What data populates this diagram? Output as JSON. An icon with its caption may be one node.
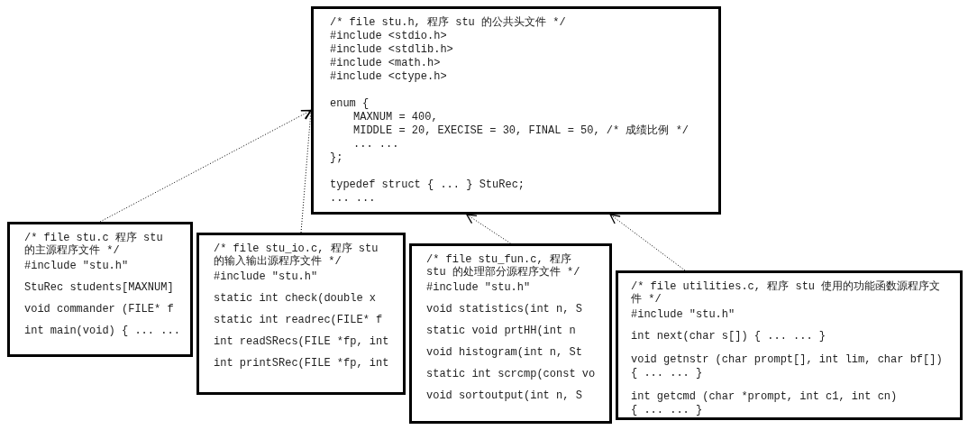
{
  "diagram": {
    "nodes": [
      {
        "text": [
          "/* file stu.h, 程序 stu 的公共头文件 */",
          "#include <stdio.h>",
          "#include <stdlib.h>",
          "#include <math.h>",
          "#include <ctype.h>",
          "enum {",
          "MAXNUM = 400,",
          "MIDDLE = 20, EXECISE = 30, FINAL = 50, /* 成绩比例 */",
          "... ...",
          "};",
          "typedef struct { ... } StuRec;",
          "... ..."
        ]
      },
      {
        "text": [
          "/* file stu.c 程序 stu 的主源程序文件 */",
          "#include \"stu.h\"",
          "StuRec students[MAXNUM]",
          "void commander (FILE* f",
          "int main(void) { ... ..."
        ]
      },
      {
        "text": [
          "/* file stu_io.c, 程序 stu 的输入输出源程序文件 */",
          "#include \"stu.h\"",
          "static int check(double x",
          "static int readrec(FILE* f",
          "int readSRecs(FILE *fp, int",
          "int printSRec(FILE *fp, int"
        ]
      },
      {
        "text": [
          "/* file stu_fun.c, 程序 stu 的处理部分源程序文件 */",
          "#include \"stu.h\"",
          "void statistics(int n, S",
          "static void prtHH(int n",
          "void histogram(int n, St",
          "static int scrcmp(const vo",
          "void sortoutput(int n, S"
        ]
      },
      {
        "text": [
          "/* file utilities.c, 程序 stu 使用的功能函数源程序文件 */",
          "#include \"stu.h\"",
          "int next(char s[]) { ... ... }",
          "void getnstr (char prompt[], int lim, char bf[])",
          "{ ... ... }",
          "int getcmd (char *prompt, int c1, int cn)",
          "{ ... ... }"
        ]
      }
    ],
    "edges": [
      {
        "from": 1,
        "to": 0,
        "arrow": "to"
      },
      {
        "from": 2,
        "to": 0,
        "arrow": "to"
      },
      {
        "from": 3,
        "to": 0,
        "arrow": "to"
      },
      {
        "from": 4,
        "to": 0,
        "arrow": "to"
      }
    ]
  }
}
